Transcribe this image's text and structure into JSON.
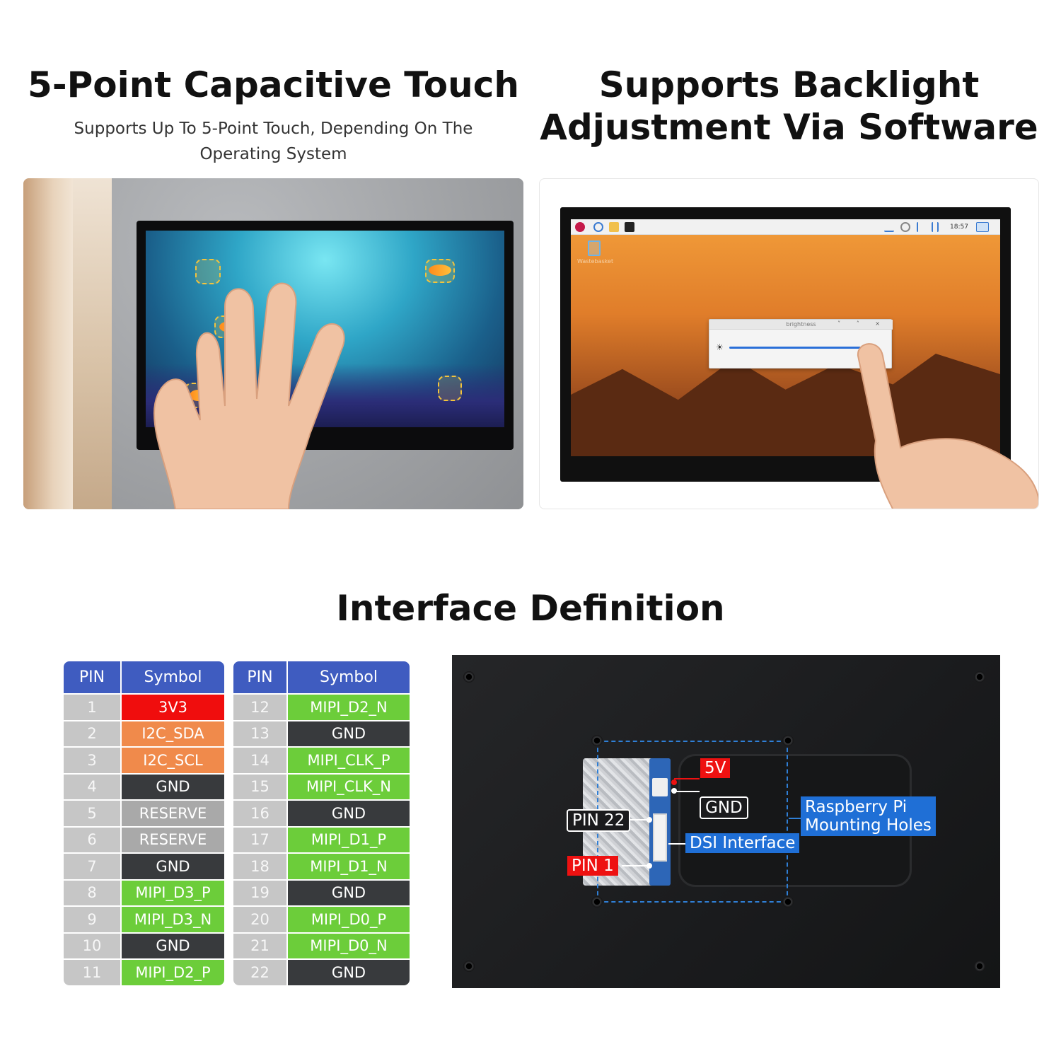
{
  "touch_section": {
    "title": "5-Point Capacitive Touch",
    "subtitle_line1": "Supports Up To 5-Point Touch, Depending On The",
    "subtitle_line2": "Operating System"
  },
  "backlight_section": {
    "title_line1": "Supports Backlight",
    "title_line2": "Adjustment Via Software",
    "screen": {
      "clock": "18:57",
      "desktop_icon_label": "Wastebasket",
      "dialog_title": "brightness",
      "dialog_buttons": "˅ ˄ ×",
      "slider_value": 0.95
    }
  },
  "interface_section": {
    "title": "Interface Definition",
    "table_headers": {
      "pin": "PIN",
      "symbol": "Symbol"
    },
    "left_table": [
      {
        "pin": "1",
        "symbol": "3V3",
        "color": "red"
      },
      {
        "pin": "2",
        "symbol": "I2C_SDA",
        "color": "orange"
      },
      {
        "pin": "3",
        "symbol": "I2C_SCL",
        "color": "orange"
      },
      {
        "pin": "4",
        "symbol": "GND",
        "color": "dark"
      },
      {
        "pin": "5",
        "symbol": "RESERVE",
        "color": "gray"
      },
      {
        "pin": "6",
        "symbol": "RESERVE",
        "color": "gray"
      },
      {
        "pin": "7",
        "symbol": "GND",
        "color": "dark"
      },
      {
        "pin": "8",
        "symbol": "MIPI_D3_P",
        "color": "green"
      },
      {
        "pin": "9",
        "symbol": "MIPI_D3_N",
        "color": "green"
      },
      {
        "pin": "10",
        "symbol": "GND",
        "color": "dark"
      },
      {
        "pin": "11",
        "symbol": "MIPI_D2_P",
        "color": "green"
      }
    ],
    "right_table": [
      {
        "pin": "12",
        "symbol": "MIPI_D2_N",
        "color": "green"
      },
      {
        "pin": "13",
        "symbol": "GND",
        "color": "dark"
      },
      {
        "pin": "14",
        "symbol": "MIPI_CLK_P",
        "color": "green"
      },
      {
        "pin": "15",
        "symbol": "MIPI_CLK_N",
        "color": "green"
      },
      {
        "pin": "16",
        "symbol": "GND",
        "color": "dark"
      },
      {
        "pin": "17",
        "symbol": "MIPI_D1_P",
        "color": "green"
      },
      {
        "pin": "18",
        "symbol": "MIPI_D1_N",
        "color": "green"
      },
      {
        "pin": "19",
        "symbol": "GND",
        "color": "dark"
      },
      {
        "pin": "20",
        "symbol": "MIPI_D0_P",
        "color": "green"
      },
      {
        "pin": "21",
        "symbol": "MIPI_D0_N",
        "color": "green"
      },
      {
        "pin": "22",
        "symbol": "GND",
        "color": "dark"
      }
    ],
    "back_labels": {
      "v5": "5V",
      "gnd": "GND",
      "pin22": "PIN 22",
      "pin1": "PIN 1",
      "dsi": "DSI Interface",
      "mount_line1": "Raspberry Pi",
      "mount_line2": "Mounting Holes"
    }
  },
  "colors": {
    "header_blue": "#3f5cc0",
    "red": "#f00d0d",
    "orange": "#f08a4b",
    "dark": "#383a3d",
    "gray": "#a9a9a9",
    "green": "#6ccd3a",
    "label_blue": "#1f6fd6"
  }
}
